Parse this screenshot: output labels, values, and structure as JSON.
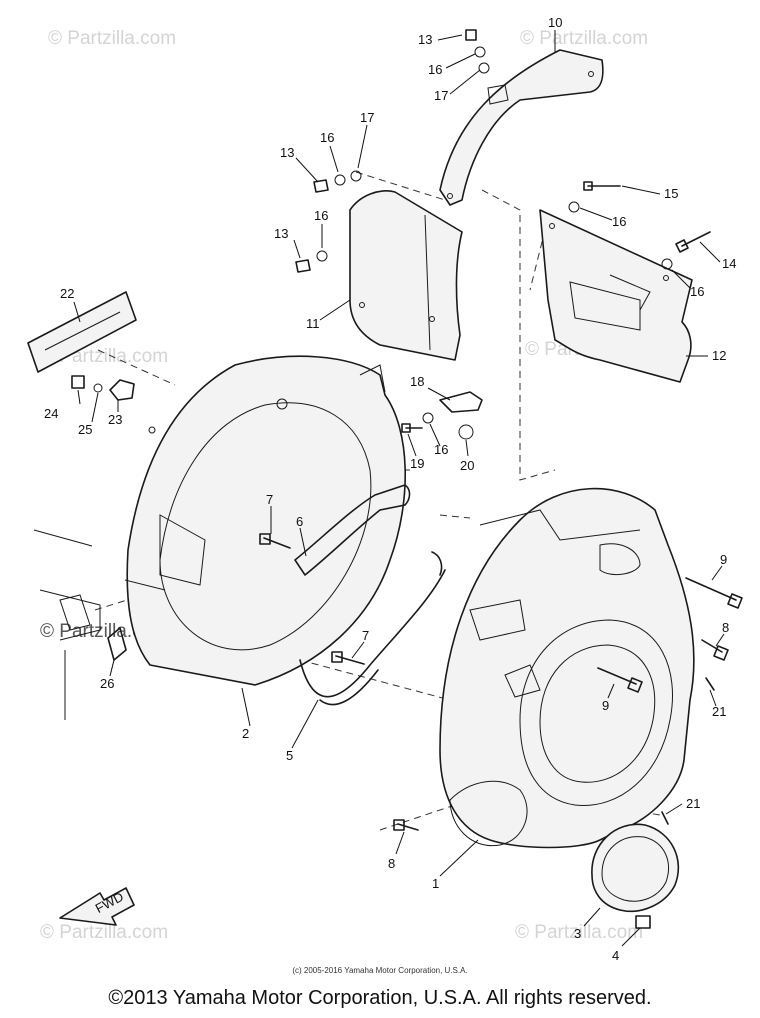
{
  "watermark": {
    "text": "Partzilla.com",
    "symbol": "©"
  },
  "fwd_label": "FWD",
  "callouts": [
    "1",
    "2",
    "3",
    "4",
    "5",
    "6",
    "7",
    "8",
    "9",
    "10",
    "11",
    "12",
    "13",
    "14",
    "15",
    "16",
    "17",
    "18",
    "19",
    "20",
    "21",
    "22",
    "23",
    "24",
    "25",
    "26"
  ],
  "footer": {
    "small_copyright": "(c) 2005-2016 Yamaha Motor Corporation, U.S.A.",
    "main_copyright": "©2013 Yamaha Motor Corporation, U.S.A. All rights reserved."
  }
}
